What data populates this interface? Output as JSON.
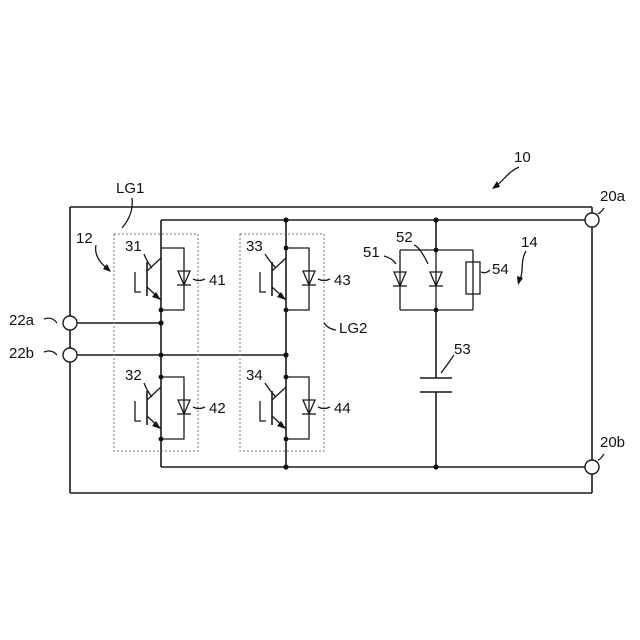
{
  "labels": {
    "device": "10",
    "converter": "12",
    "snubber": "14",
    "term_20a": "20a",
    "term_20b": "20b",
    "term_22a": "22a",
    "term_22b": "22b",
    "leg1": "LG1",
    "leg2": "LG2",
    "sw31": "31",
    "sw32": "32",
    "sw33": "33",
    "sw34": "34",
    "d41": "41",
    "d42": "42",
    "d43": "43",
    "d44": "44",
    "d51": "51",
    "d52": "52",
    "c53": "53",
    "r54": "54"
  }
}
